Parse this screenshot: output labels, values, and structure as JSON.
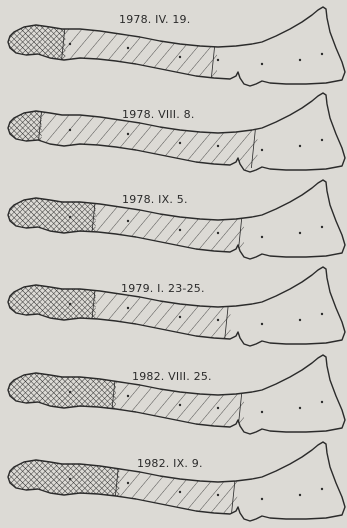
{
  "panels": [
    {
      "date": "1978. IV. 19.",
      "stages": {
        "cross": 0.17,
        "hatch": 0.62
      }
    },
    {
      "date": "1978. VIII. 8.",
      "stages": {
        "cross": 0.1,
        "hatch": 0.74
      }
    },
    {
      "date": "1978. IX. 5.",
      "stages": {
        "cross": 0.26,
        "hatch": 0.7
      }
    },
    {
      "date": "1979. I. 23-25.",
      "stages": {
        "cross": 0.26,
        "hatch": 0.66
      }
    },
    {
      "date": "1982. VIII. 25.",
      "stages": {
        "cross": 0.32,
        "hatch": 0.7
      }
    },
    {
      "date": "1982. IX. 9.",
      "stages": {
        "cross": 0.33,
        "hatch": 0.68
      }
    }
  ],
  "colors": {
    "background": "#dcdad5",
    "ink": "#2b2b2b"
  }
}
